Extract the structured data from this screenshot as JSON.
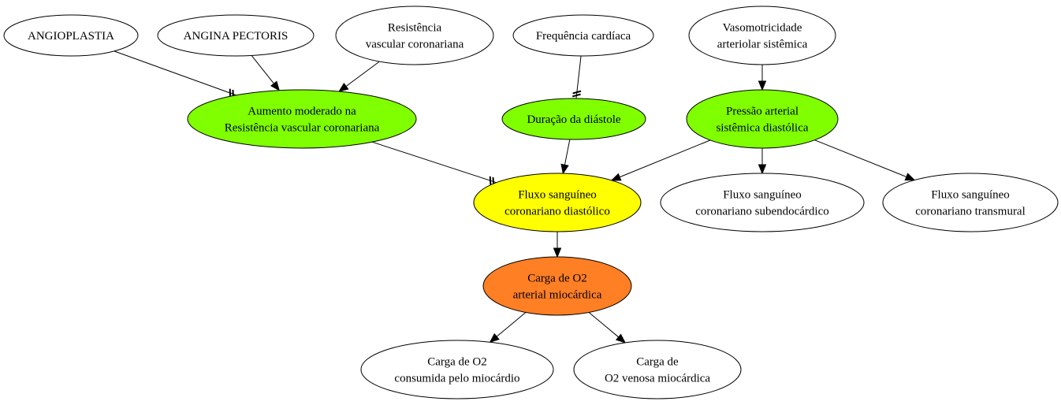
{
  "colors": {
    "white": "#ffffff",
    "green": "#7fff00",
    "yellow": "#ffff00",
    "orange": "#ff7f24"
  },
  "nodes": [
    {
      "id": "angioplastia",
      "lines": [
        "ANGIOPLASTIA"
      ],
      "fill": "white"
    },
    {
      "id": "angina",
      "lines": [
        "ANGINA PECTORIS"
      ],
      "fill": "white"
    },
    {
      "id": "resist",
      "lines": [
        "Resistência",
        "vascular coronariana"
      ],
      "fill": "white"
    },
    {
      "id": "freq",
      "lines": [
        "Frequência cardíaca"
      ],
      "fill": "white"
    },
    {
      "id": "vaso",
      "lines": [
        "Vasomotricidade",
        "arteriolar sistêmica"
      ],
      "fill": "white"
    },
    {
      "id": "aumento",
      "lines": [
        "Aumento moderado na",
        "Resistência vascular coronariana"
      ],
      "fill": "green"
    },
    {
      "id": "duracao",
      "lines": [
        "Duração da diástole"
      ],
      "fill": "green"
    },
    {
      "id": "pressao",
      "lines": [
        "Pressão arterial",
        "sistêmica diastólica"
      ],
      "fill": "green"
    },
    {
      "id": "fluxo_diast",
      "lines": [
        "Fluxo sanguíneo",
        "coronariano diastólico"
      ],
      "fill": "yellow"
    },
    {
      "id": "fluxo_sub",
      "lines": [
        "Fluxo sanguíneo",
        "coronariano subendocárdico"
      ],
      "fill": "white"
    },
    {
      "id": "fluxo_trans",
      "lines": [
        "Fluxo sanguíneo",
        "coronariano transmural"
      ],
      "fill": "white"
    },
    {
      "id": "carga_art",
      "lines": [
        "Carga de O2",
        "arterial miocárdica"
      ],
      "fill": "orange"
    },
    {
      "id": "carga_cons",
      "lines": [
        "Carga de O2",
        "consumida pelo miocárdio"
      ],
      "fill": "white"
    },
    {
      "id": "carga_ven",
      "lines": [
        "Carga de",
        "O2 venosa miocárdica"
      ],
      "fill": "white"
    }
  ],
  "edges": [
    {
      "from": "angioplastia",
      "to": "aumento",
      "kind": "inhibit"
    },
    {
      "from": "angina",
      "to": "aumento",
      "kind": "arrow"
    },
    {
      "from": "resist",
      "to": "aumento",
      "kind": "arrow"
    },
    {
      "from": "freq",
      "to": "duracao",
      "kind": "inhibit"
    },
    {
      "from": "vaso",
      "to": "pressao",
      "kind": "arrow"
    },
    {
      "from": "aumento",
      "to": "fluxo_diast",
      "kind": "inhibit"
    },
    {
      "from": "duracao",
      "to": "fluxo_diast",
      "kind": "arrow"
    },
    {
      "from": "pressao",
      "to": "fluxo_diast",
      "kind": "arrow"
    },
    {
      "from": "pressao",
      "to": "fluxo_sub",
      "kind": "arrow"
    },
    {
      "from": "pressao",
      "to": "fluxo_trans",
      "kind": "arrow"
    },
    {
      "from": "fluxo_diast",
      "to": "carga_art",
      "kind": "arrow"
    },
    {
      "from": "carga_art",
      "to": "carga_cons",
      "kind": "arrow"
    },
    {
      "from": "carga_art",
      "to": "carga_ven",
      "kind": "arrow"
    }
  ]
}
